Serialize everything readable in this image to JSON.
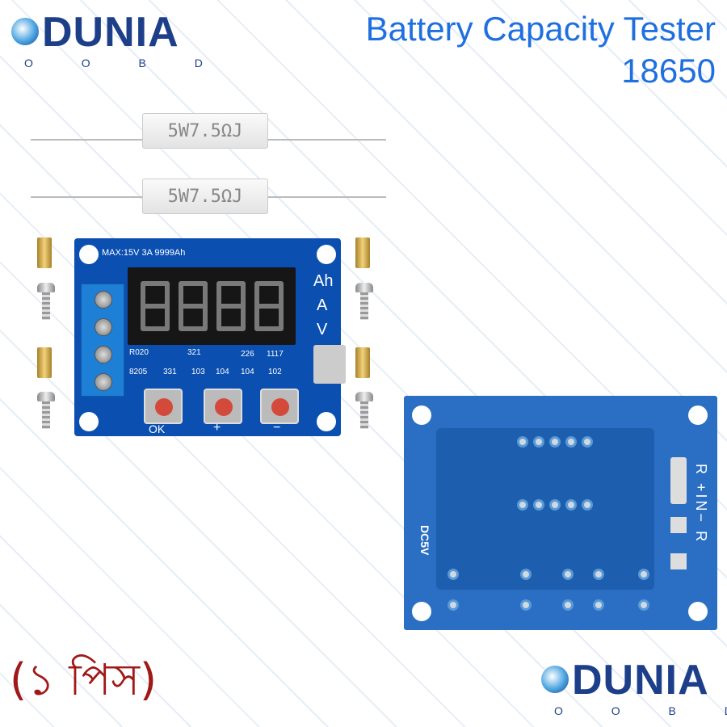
{
  "watermark": "Dunia BD",
  "logo": {
    "word": "DUNIA",
    "sub": "O O B D"
  },
  "title": {
    "line1": "Battery Capacity Tester",
    "line2": "18650"
  },
  "resistors": [
    {
      "label": "5W7.5ΩJ"
    },
    {
      "label": "5W7.5ΩJ"
    }
  ],
  "front_board": {
    "spec": "MAX:15V 3A 9999Ah",
    "indicators": [
      "Ah",
      "A",
      "V"
    ],
    "buttons": [
      "OK",
      "+",
      "−"
    ],
    "components": [
      "R020",
      "321",
      "331",
      "8205",
      "226",
      "1117",
      "103",
      "104",
      "102",
      "104"
    ]
  },
  "back_board": {
    "terminals": [
      "R",
      "+IN−",
      "R"
    ],
    "power": "DC5V"
  },
  "quantity": "(১ পিস)",
  "colors": {
    "brand": "#1d3f8a",
    "title": "#1f6fe0",
    "pcb": "#0b4fb0",
    "quantity": "#a01818"
  }
}
